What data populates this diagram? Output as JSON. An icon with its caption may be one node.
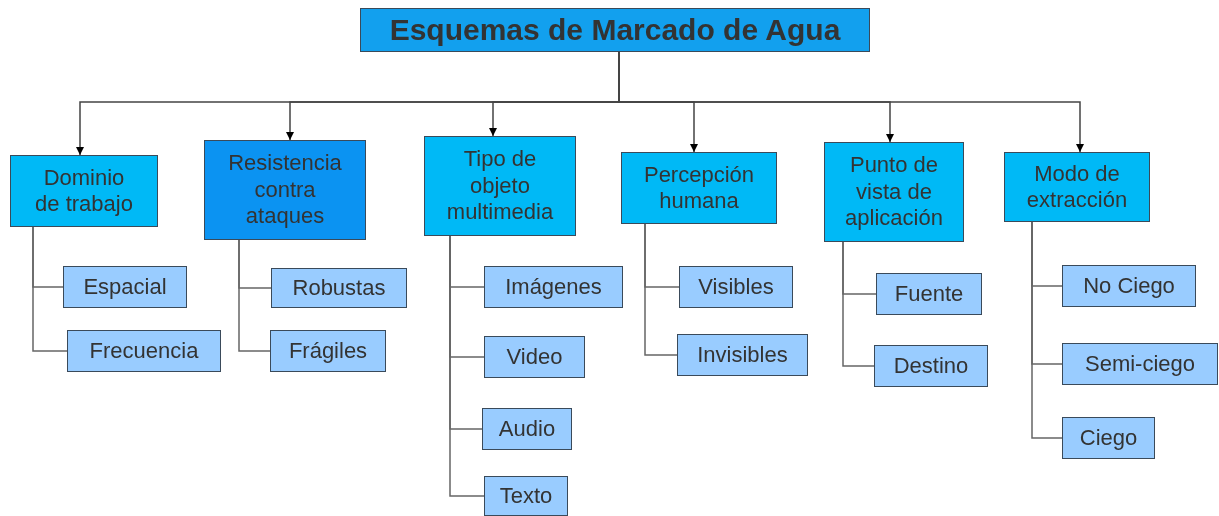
{
  "diagram": {
    "nodes": [
      {
        "text": [
          "Esquemas de Marcado de Agua"
        ]
      },
      {
        "text": [
          "Dominio de trabajo"
        ]
      },
      {
        "text": [
          "Espacial"
        ]
      },
      {
        "text": [
          "Frecuencia"
        ]
      },
      {
        "text": [
          "Resistencia contra ataques"
        ]
      },
      {
        "text": [
          "Robustas"
        ]
      },
      {
        "text": [
          "Frágiles"
        ]
      },
      {
        "text": [
          "Tipo de objeto multimedia"
        ]
      },
      {
        "text": [
          "Imágenes"
        ]
      },
      {
        "text": [
          "Video"
        ]
      },
      {
        "text": [
          "Audio"
        ]
      },
      {
        "text": [
          "Texto"
        ]
      },
      {
        "text": [
          "Percepción humana"
        ]
      },
      {
        "text": [
          "Visibles"
        ]
      },
      {
        "text": [
          "Invisibles"
        ]
      },
      {
        "text": [
          "Punto de vista de aplicación"
        ]
      },
      {
        "text": [
          "Fuente"
        ]
      },
      {
        "text": [
          "Destino"
        ]
      },
      {
        "text": [
          "Modo de extracción"
        ]
      },
      {
        "text": [
          "No Ciego"
        ]
      },
      {
        "text": [
          "Semi-ciego"
        ]
      },
      {
        "text": [
          "Ciego"
        ]
      }
    ],
    "edges": [
      {
        "from": 0,
        "to": 1,
        "arrow": "to"
      },
      {
        "from": 0,
        "to": 4,
        "arrow": "to"
      },
      {
        "from": 0,
        "to": 7,
        "arrow": "to"
      },
      {
        "from": 0,
        "to": 12,
        "arrow": "to"
      },
      {
        "from": 0,
        "to": 15,
        "arrow": "to"
      },
      {
        "from": 0,
        "to": 18,
        "arrow": "to"
      },
      {
        "from": 1,
        "to": 2,
        "arrow": "none"
      },
      {
        "from": 1,
        "to": 3,
        "arrow": "none"
      },
      {
        "from": 4,
        "to": 5,
        "arrow": "none"
      },
      {
        "from": 4,
        "to": 6,
        "arrow": "none"
      },
      {
        "from": 7,
        "to": 8,
        "arrow": "none"
      },
      {
        "from": 7,
        "to": 9,
        "arrow": "none"
      },
      {
        "from": 7,
        "to": 10,
        "arrow": "none"
      },
      {
        "from": 7,
        "to": 11,
        "arrow": "none"
      },
      {
        "from": 12,
        "to": 13,
        "arrow": "none"
      },
      {
        "from": 12,
        "to": 14,
        "arrow": "none"
      },
      {
        "from": 15,
        "to": 16,
        "arrow": "none"
      },
      {
        "from": 15,
        "to": 17,
        "arrow": "none"
      },
      {
        "from": 18,
        "to": 19,
        "arrow": "none"
      },
      {
        "from": 18,
        "to": 20,
        "arrow": "none"
      },
      {
        "from": 18,
        "to": 21,
        "arrow": "none"
      }
    ]
  }
}
